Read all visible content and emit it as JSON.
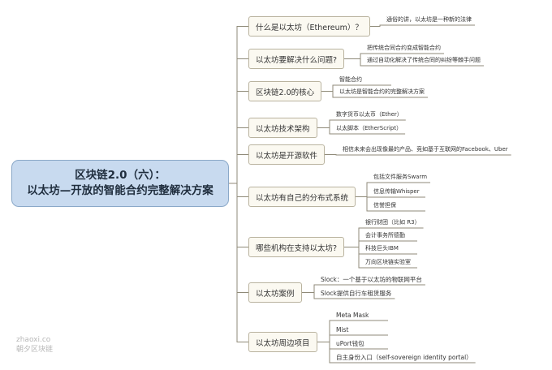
{
  "root": {
    "title_line1": "区块链2.0（六）：",
    "title_line2": "以太坊—开放的智能合约完整解决方案"
  },
  "branches": [
    {
      "label": "什么是以太坊（Ethereum）？",
      "children": [
        "通俗的讲，以太坊是一种新的法律"
      ]
    },
    {
      "label": "以太坊要解决什么问题?",
      "children": [
        "把传统合同合约变成智能合约",
        "通过自动化解决了传统合同的纠纷等棘手问题"
      ]
    },
    {
      "label": "区块链2.0的核心",
      "children": [
        "智能合约",
        "以太坊是智能合约的完整解决方案"
      ]
    },
    {
      "label": "以太坊技术架构",
      "children": [
        "数字货币以太币（Ether）",
        "以太脚本（EtherScript）"
      ]
    },
    {
      "label": "以太坊是开源软件",
      "children": [
        "相信未来会出现像最的产品、竞如基于互联网的Facebook、Uber"
      ]
    },
    {
      "label": "以太坊有自己的分布式系统",
      "children": [
        "包括文件服务Swarm",
        "信息传输Whisper",
        "信誉担保"
      ]
    },
    {
      "label": "哪些机构在支持以太坊?",
      "children": [
        "银行财团（比如 R3）",
        "会计事务所德勤",
        "科技巨头IBM",
        "万向区块链实验室"
      ]
    },
    {
      "label": "以太坊案例",
      "children": [
        "Slock：一个基于以太坊的物联网平台",
        "Slock提供自行车租赁服务"
      ]
    },
    {
      "label": "以太坊周边项目",
      "children": [
        "Meta Mask",
        "Mist",
        "uPort钱包",
        "自主身份入口（self-sovereign identity portal）"
      ]
    }
  ],
  "watermark": {
    "line1": "zhaoxi.co",
    "line2": "朝夕区块链"
  },
  "colors": {
    "root_fill": "#c8daef",
    "topic_fill": "#fbf9f1",
    "line": "#8f8a78"
  }
}
